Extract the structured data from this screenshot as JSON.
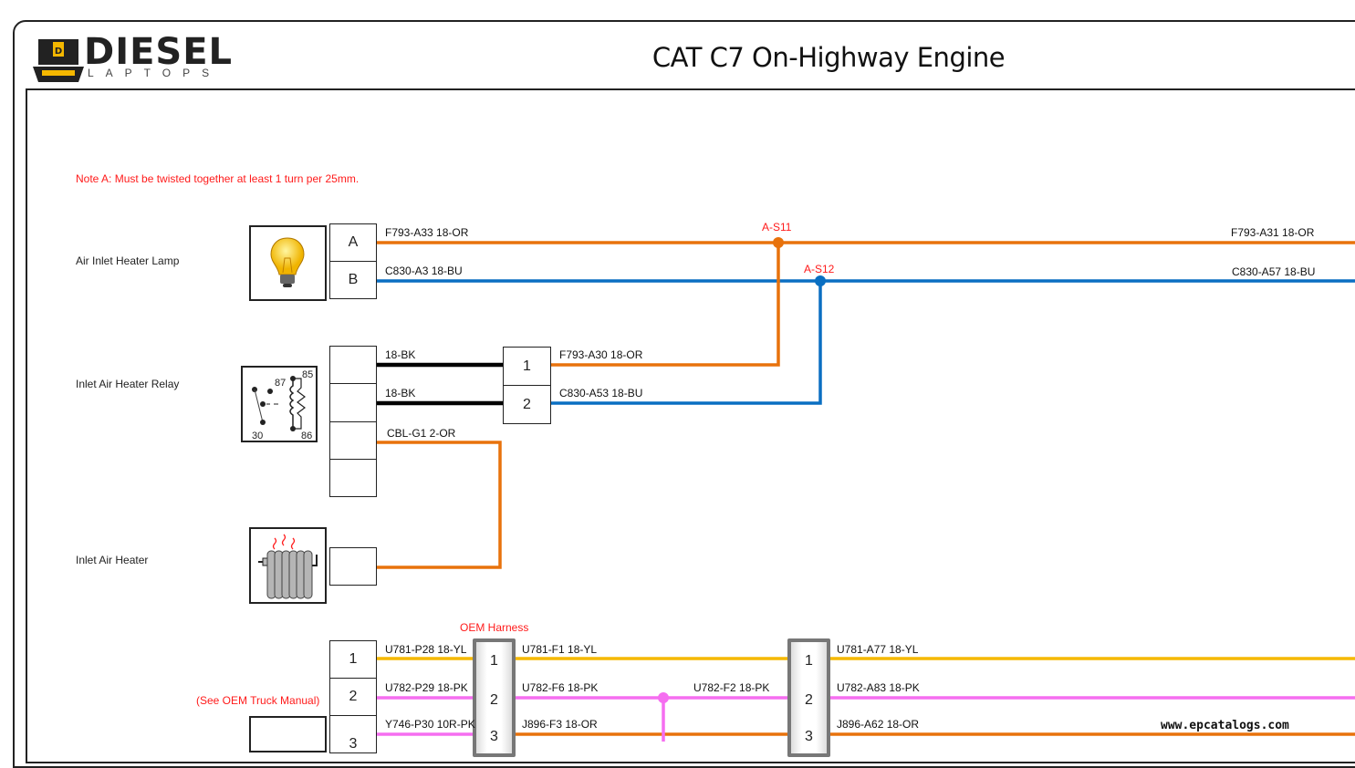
{
  "header": {
    "logo_word": "DIESEL",
    "logo_sub": "LAPTOPS",
    "title": "CAT C7 On-Highway Engine"
  },
  "note": "Note A: Must be twisted together at least 1 turn per 25mm.",
  "colors": {
    "orange": "#e8720c",
    "blue": "#0a6fc2",
    "black": "#000000",
    "yellow": "#f5b800",
    "pink": "#f56ef0",
    "annotation_red": "#ff1a1a"
  },
  "components": {
    "lamp": {
      "label": "Air Inlet Heater Lamp",
      "icon": "light-bulb-icon",
      "pins": [
        "A",
        "B"
      ]
    },
    "relay": {
      "label": "Inlet Air Heater Relay",
      "icon": "relay-icon",
      "terminals": [
        "87",
        "85",
        "30",
        "86"
      ]
    },
    "heater": {
      "label": "Inlet Air Heater",
      "icon": "heater-icon"
    },
    "oem": {
      "label": "(See OEM Truck Manual)",
      "pins": [
        "1",
        "2",
        "3"
      ]
    },
    "relay_connector": {
      "pins": [
        "1",
        "2"
      ]
    },
    "harness1": {
      "label": "OEM Harness",
      "pins": [
        "1",
        "2",
        "3"
      ]
    },
    "harness2": {
      "pins": [
        "1",
        "2",
        "3"
      ]
    }
  },
  "splices": {
    "s11": "A-S11",
    "s12": "A-S12"
  },
  "wires": {
    "lamp_a": "F793-A33 18-OR",
    "lamp_b": "C830-A3 18-BU",
    "right_or": "F793-A31 18-OR",
    "right_bu": "C830-A57 18-BU",
    "relay_bk1": "18-BK",
    "relay_bk2": "18-BK",
    "relay_cbl": "CBL-G1 2-OR",
    "conn_or": "F793-A30 18-OR",
    "conn_bu": "C830-A53 18-BU",
    "oem_1": "U781-P28 18-YL",
    "oem_2": "U782-P29 18-PK",
    "oem_3": "Y746-P30 10R-PK",
    "mid_1": "U781-F1 18-YL",
    "mid_2": "U782-F6 18-PK",
    "mid_2b": "U782-F2 18-PK",
    "mid_3": "J896-F3 18-OR",
    "right_1": "U781-A77 18-YL",
    "right_2": "U782-A83 18-PK",
    "right_3": "J896-A62 18-OR"
  },
  "watermark": "www.epcatalogs.com"
}
